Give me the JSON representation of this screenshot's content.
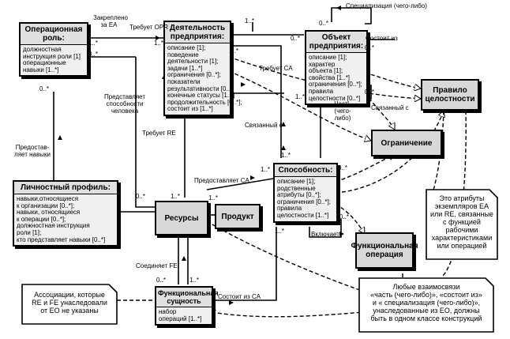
{
  "classes": {
    "op_role": {
      "title": "Операционная роль:",
      "attrs": [
        "должностная",
        "инструкция роли [1]",
        "операционные",
        "навыки [1..*]"
      ]
    },
    "enterprise_activity": {
      "title": "Деятельность предприятия:",
      "attrs": [
        "описание [1];",
        "поведение",
        "деятельности [1];",
        "задачи [1..*]",
        "ограничения [0..*];",
        "показатели",
        "результативности [0..*]",
        "конечные статусы [1..*]",
        "продолжительность [0..*];",
        "состоит из [1..*]"
      ]
    },
    "enterprise_object": {
      "title": "Объект предприятия:",
      "attrs": [
        "описание [1];",
        "характер",
        "объекта [1];",
        "свойства [1..*]",
        "ограничения [0..*];",
        "правила",
        "целостности [0..*]"
      ]
    },
    "personal_profile": {
      "title": "Личностный профиль:",
      "attrs": [
        "навыки,относящиеся",
        "к организации [0..*];",
        "навыки, относящиеся",
        "к операции [0..*];",
        "должностная инструкция",
        "роли [1];",
        "кто представляет навыки [0..*]"
      ]
    },
    "capability": {
      "title": "Способность:",
      "attrs": [
        "описание [1];",
        "родственные",
        "атрибуты [0..*];",
        "ограничения [0..*];",
        "правила",
        "целостности [1..*]"
      ]
    },
    "functional_entity": {
      "title": "Функциональная сущность",
      "attrs": [
        "набор",
        "операций [1..*]"
      ]
    }
  },
  "boxes": {
    "integrity_rule": "Правило целостности",
    "constraint": "Ограничение",
    "resources": "Ресурсы",
    "product": "Продукт",
    "functional_operation": "Функциональная операция"
  },
  "notes": {
    "attrs_note": [
      "Это атрибуты",
      "экземпляров EA",
      "или RE, связанные",
      "с функцией",
      "рабочими",
      "характеристиками",
      "или операцией"
    ],
    "assoc_note": [
      "Ассоциации, которые",
      "RE и FE унаследовали",
      "от EO не указаны"
    ],
    "rel_note": [
      "Любые взаимосвязи",
      "«часть (чего-либо)», «состоит из»",
      "и « специализация (чего-либо)»,",
      "унаследованные из EO, должны",
      "быть в одном классе конструкций"
    ]
  },
  "labels": {
    "specialization": "Специализация (чего-либо)",
    "assigned_ea": [
      "Закреплено",
      "за EA"
    ],
    "requires_opr": "Требует OPR",
    "consists_of": "Состоит из",
    "requires_ca": "Требует CA",
    "represents_ability": [
      "Представляет",
      "способности",
      "человека"
    ],
    "provides_skills": [
      "Предостав-",
      "ляет навыки"
    ],
    "requires_re": "Требует RE",
    "related_to_1": "Связанный с",
    "related_to_2": "Связанный с",
    "part_of": [
      "Часть",
      "(чего-либо)"
    ],
    "provides_ca": "Предоставляет CA",
    "includes": "Включает",
    "connects_fe": "Соединяет FE",
    "consists_of_ca": "Состоит из CA",
    "m_1_a": "1",
    "m_1dots_a": "1..*",
    "m_1dots_b": "1..*",
    "m_1dots_c": "1..*",
    "m_0dots_a": "0..*",
    "m_0dots_b": "0..*",
    "m_0dots_c": "0..*",
    "m_0dots_d": "0..*",
    "m_0dots_e": "0..*",
    "m_0dots_f": "0..*",
    "m_0dots_g": "0..*",
    "m_1dots_d": "1..*",
    "m_1dots_e": "1..*",
    "m_1dots_f": "1..*",
    "m_1dots_g": "1..*",
    "m_1dots_h": "1..*",
    "m_1dots_i": "1..*",
    "m_1dots_j": "1..*",
    "m_1dots_k": "1..*",
    "m_0dots_h": "0..*",
    "m_0dots_i": "0..*",
    "m_0dots_j": "0..*",
    "m_1_b": "1"
  }
}
